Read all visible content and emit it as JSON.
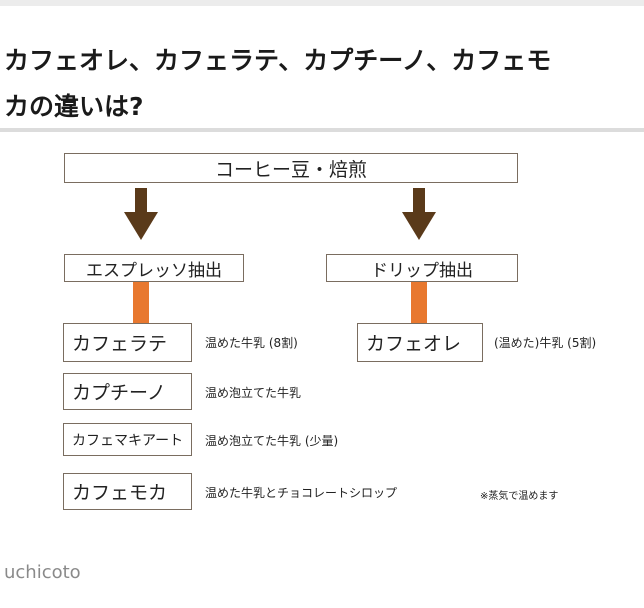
{
  "article": {
    "heading_line1": "カフェオレ、カフェラテ、カプチーノ、カフェモ",
    "heading_line2": "カの違いは?",
    "source": "uchicoto"
  },
  "diagram": {
    "root": "コーヒー豆・焙煎",
    "method_espresso": "エスプレッソ抽出",
    "method_drip": "ドリップ抽出",
    "drinks": [
      {
        "name": "カフェラテ",
        "milk": "温めた牛乳 (8割)"
      },
      {
        "name": "カプチーノ",
        "milk": "温め泡立てた牛乳"
      },
      {
        "name": "カフェマキアート",
        "milk": "温め泡立てた牛乳 (少量)"
      },
      {
        "name": "カフェモカ",
        "milk": "温めた牛乳とチョコレートシロップ"
      }
    ],
    "drip_drink": {
      "name": "カフェオレ",
      "milk": "(温めた)牛乳 (5割)"
    },
    "footnote": "※蒸気で温めます",
    "colors": {
      "arrow": "#5a3a1a",
      "connector": "#e8782f",
      "box_border": "#7a6d60"
    }
  }
}
